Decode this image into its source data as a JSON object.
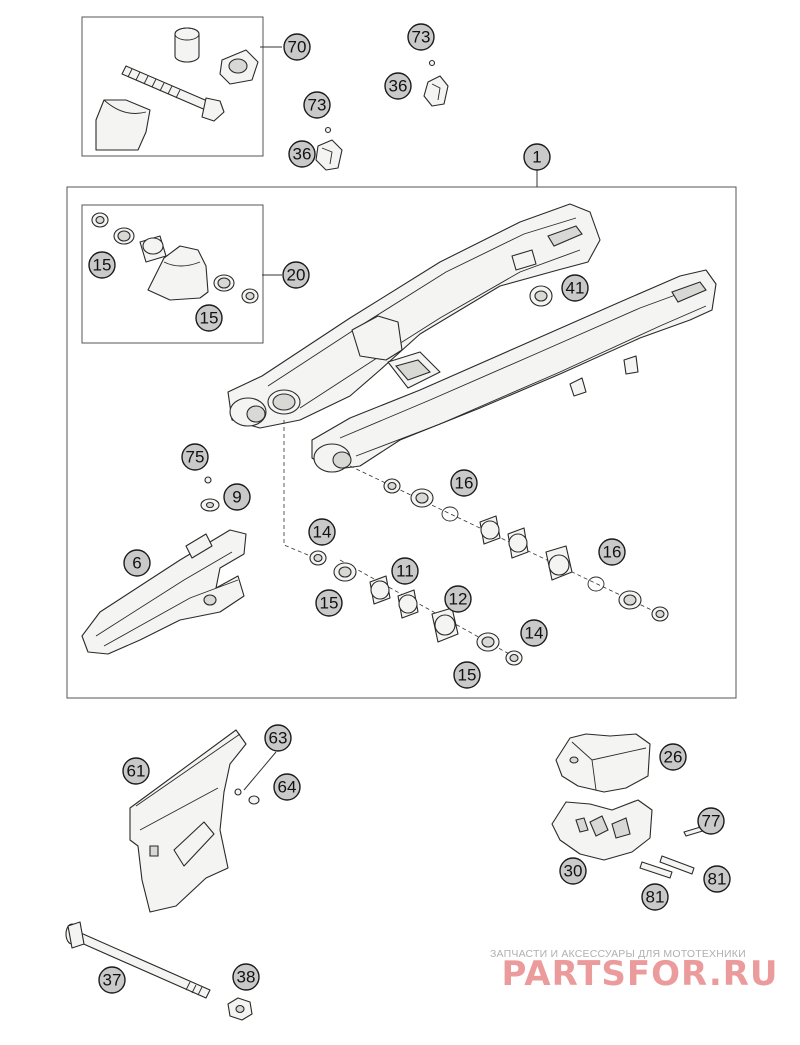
{
  "callouts": [
    "1",
    "6",
    "9",
    "11",
    "12",
    "14",
    "14",
    "15",
    "15",
    "15",
    "15",
    "16",
    "16",
    "20",
    "26",
    "30",
    "36",
    "36",
    "37",
    "38",
    "41",
    "61",
    "63",
    "64",
    "70",
    "73",
    "73",
    "75",
    "77",
    "81",
    "81"
  ],
  "watermark": {
    "tagline": "ЗАПЧАСТИ И АКСЕССУАРЫ ДЛЯ МОТОТЕХНИКИ",
    "brand": "PARTSFOR.RU",
    "brand_color": "#e05a5a"
  }
}
